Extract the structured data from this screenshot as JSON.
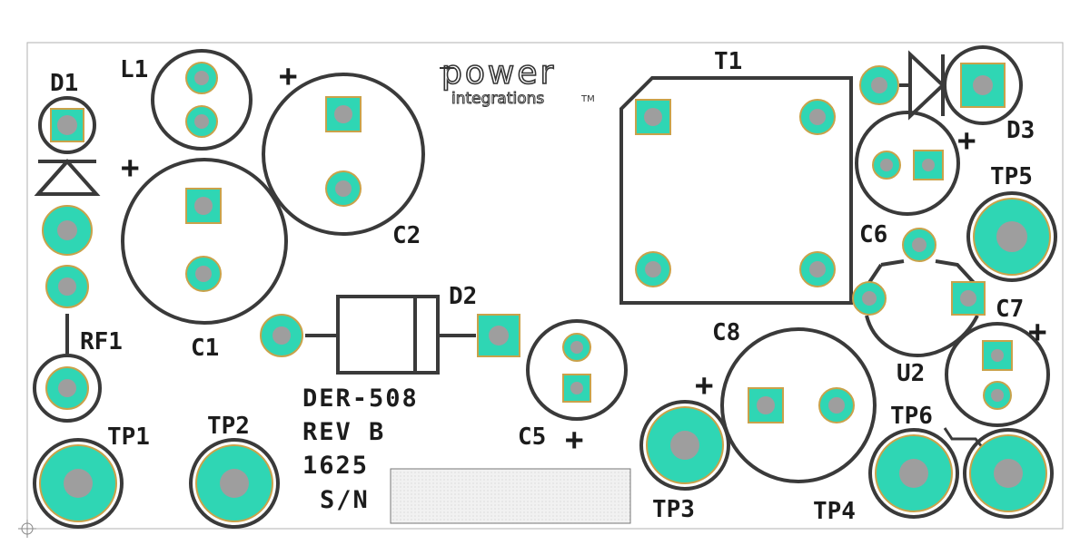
{
  "colors": {
    "pad": "#2fd6b4",
    "pad_ring": "#c9a24a",
    "hole": "#9e9e9e",
    "silkscreen": "#3a3a3a",
    "text": "#1c1c1c",
    "board_outline": "#b0b0b0",
    "sn_box_fill": "#eeeeee"
  },
  "logo": {
    "brand_top": "power",
    "brand_bottom": "integrations",
    "trademark": "TM"
  },
  "designators": {
    "d1": "D1",
    "l1": "L1",
    "c1": "C1",
    "c2": "C2",
    "d2": "D2",
    "rf1": "RF1",
    "t1": "T1",
    "d3": "D3",
    "c6": "C6",
    "c7": "C7",
    "u2": "U2",
    "c8": "C8",
    "c5": "C5",
    "tp1": "TP1",
    "tp2": "TP2",
    "tp3": "TP3",
    "tp4": "TP4",
    "tp5": "TP5",
    "tp6": "TP6"
  },
  "polarity_mark": "+",
  "board_info": {
    "line1": "DER-508",
    "line2": "REV B",
    "line3": "1625",
    "line4": "S/N"
  }
}
